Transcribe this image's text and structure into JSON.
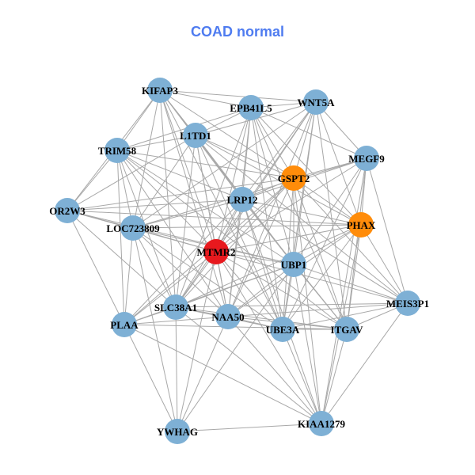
{
  "title": "COAD normal",
  "colors": {
    "default": "#7eb0d5",
    "highlight_orange": "#ff8c0a",
    "highlight_red": "#e8191e",
    "edge": "#a8a8a8",
    "title": "#4f7cf0"
  },
  "nodes": [
    {
      "id": "KIFAP3",
      "color": "#7eb0d5"
    },
    {
      "id": "EPB41L5",
      "color": "#7eb0d5"
    },
    {
      "id": "WNT5A",
      "color": "#7eb0d5"
    },
    {
      "id": "L1TD1",
      "color": "#7eb0d5"
    },
    {
      "id": "TRIM58",
      "color": "#7eb0d5"
    },
    {
      "id": "MEGF9",
      "color": "#7eb0d5"
    },
    {
      "id": "GSPT2",
      "color": "#ff8c0a"
    },
    {
      "id": "LRP12",
      "color": "#7eb0d5"
    },
    {
      "id": "OR2W3",
      "color": "#7eb0d5"
    },
    {
      "id": "LOC723809",
      "color": "#7eb0d5"
    },
    {
      "id": "PHAX",
      "color": "#ff8c0a"
    },
    {
      "id": "MTMR2",
      "color": "#e8191e"
    },
    {
      "id": "UBP1",
      "color": "#7eb0d5"
    },
    {
      "id": "MEIS3P1",
      "color": "#7eb0d5"
    },
    {
      "id": "SLC38A1",
      "color": "#7eb0d5"
    },
    {
      "id": "NAA50",
      "color": "#7eb0d5"
    },
    {
      "id": "UBE3A",
      "color": "#7eb0d5"
    },
    {
      "id": "ITGAV",
      "color": "#7eb0d5"
    },
    {
      "id": "PLAA",
      "color": "#7eb0d5"
    },
    {
      "id": "KIAA1279",
      "color": "#7eb0d5"
    },
    {
      "id": "YWHAG",
      "color": "#7eb0d5"
    }
  ],
  "edges": [
    [
      "KIFAP3",
      "EPB41L5"
    ],
    [
      "KIFAP3",
      "WNT5A"
    ],
    [
      "KIFAP3",
      "L1TD1"
    ],
    [
      "KIFAP3",
      "TRIM58"
    ],
    [
      "KIFAP3",
      "GSPT2"
    ],
    [
      "KIFAP3",
      "LRP12"
    ],
    [
      "KIFAP3",
      "LOC723809"
    ],
    [
      "KIFAP3",
      "MTMR2"
    ],
    [
      "KIFAP3",
      "UBP1"
    ],
    [
      "KIFAP3",
      "SLC38A1"
    ],
    [
      "KIFAP3",
      "NAA50"
    ],
    [
      "KIFAP3",
      "OR2W3"
    ],
    [
      "KIFAP3",
      "UBE3A"
    ],
    [
      "EPB41L5",
      "WNT5A"
    ],
    [
      "EPB41L5",
      "L1TD1"
    ],
    [
      "EPB41L5",
      "TRIM58"
    ],
    [
      "EPB41L5",
      "GSPT2"
    ],
    [
      "EPB41L5",
      "LRP12"
    ],
    [
      "EPB41L5",
      "MTMR2"
    ],
    [
      "EPB41L5",
      "UBP1"
    ],
    [
      "EPB41L5",
      "PHAX"
    ],
    [
      "EPB41L5",
      "UBE3A"
    ],
    [
      "EPB41L5",
      "ITGAV"
    ],
    [
      "EPB41L5",
      "SLC38A1"
    ],
    [
      "EPB41L5",
      "NAA50"
    ],
    [
      "EPB41L5",
      "MEGF9"
    ],
    [
      "WNT5A",
      "L1TD1"
    ],
    [
      "WNT5A",
      "MEGF9"
    ],
    [
      "WNT5A",
      "GSPT2"
    ],
    [
      "WNT5A",
      "LRP12"
    ],
    [
      "WNT5A",
      "MTMR2"
    ],
    [
      "WNT5A",
      "UBP1"
    ],
    [
      "WNT5A",
      "PHAX"
    ],
    [
      "WNT5A",
      "LOC723809"
    ],
    [
      "WNT5A",
      "SLC38A1"
    ],
    [
      "WNT5A",
      "UBE3A"
    ],
    [
      "WNT5A",
      "ITGAV"
    ],
    [
      "WNT5A",
      "NAA50"
    ],
    [
      "L1TD1",
      "TRIM58"
    ],
    [
      "L1TD1",
      "GSPT2"
    ],
    [
      "L1TD1",
      "LRP12"
    ],
    [
      "L1TD1",
      "MTMR2"
    ],
    [
      "L1TD1",
      "UBP1"
    ],
    [
      "L1TD1",
      "LOC723809"
    ],
    [
      "L1TD1",
      "SLC38A1"
    ],
    [
      "L1TD1",
      "NAA50"
    ],
    [
      "L1TD1",
      "PHAX"
    ],
    [
      "L1TD1",
      "MEIS3P1"
    ],
    [
      "L1TD1",
      "OR2W3"
    ],
    [
      "L1TD1",
      "UBE3A"
    ],
    [
      "TRIM58",
      "OR2W3"
    ],
    [
      "TRIM58",
      "LOC723809"
    ],
    [
      "TRIM58",
      "GSPT2"
    ],
    [
      "TRIM58",
      "LRP12"
    ],
    [
      "TRIM58",
      "MTMR2"
    ],
    [
      "TRIM58",
      "UBP1"
    ],
    [
      "TRIM58",
      "PLAA"
    ],
    [
      "TRIM58",
      "SLC38A1"
    ],
    [
      "TRIM58",
      "NAA50"
    ],
    [
      "TRIM58",
      "ITGAV"
    ],
    [
      "MEGF9",
      "GSPT2"
    ],
    [
      "MEGF9",
      "PHAX"
    ],
    [
      "MEGF9",
      "LRP12"
    ],
    [
      "MEGF9",
      "UBP1"
    ],
    [
      "MEGF9",
      "MEIS3P1"
    ],
    [
      "MEGF9",
      "ITGAV"
    ],
    [
      "MEGF9",
      "UBE3A"
    ],
    [
      "MEGF9",
      "LOC723809"
    ],
    [
      "MEGF9",
      "MTMR2"
    ],
    [
      "MEGF9",
      "KIAA1279"
    ],
    [
      "GSPT2",
      "LRP12"
    ],
    [
      "GSPT2",
      "PHAX"
    ],
    [
      "GSPT2",
      "MTMR2"
    ],
    [
      "GSPT2",
      "UBP1"
    ],
    [
      "GSPT2",
      "OR2W3"
    ],
    [
      "GSPT2",
      "UBE3A"
    ],
    [
      "GSPT2",
      "ITGAV"
    ],
    [
      "GSPT2",
      "NAA50"
    ],
    [
      "GSPT2",
      "SLC38A1"
    ],
    [
      "GSPT2",
      "MEIS3P1"
    ],
    [
      "GSPT2",
      "KIAA1279"
    ],
    [
      "GSPT2",
      "PLAA"
    ],
    [
      "LRP12",
      "OR2W3"
    ],
    [
      "LRP12",
      "LOC723809"
    ],
    [
      "LRP12",
      "PHAX"
    ],
    [
      "LRP12",
      "MTMR2"
    ],
    [
      "LRP12",
      "UBP1"
    ],
    [
      "LRP12",
      "UBE3A"
    ],
    [
      "LRP12",
      "ITGAV"
    ],
    [
      "LRP12",
      "NAA50"
    ],
    [
      "LRP12",
      "SLC38A1"
    ],
    [
      "LRP12",
      "MEIS3P1"
    ],
    [
      "LRP12",
      "KIAA1279"
    ],
    [
      "LRP12",
      "PLAA"
    ],
    [
      "OR2W3",
      "LOC723809"
    ],
    [
      "OR2W3",
      "MTMR2"
    ],
    [
      "OR2W3",
      "UBP1"
    ],
    [
      "OR2W3",
      "PHAX"
    ],
    [
      "OR2W3",
      "PLAA"
    ],
    [
      "OR2W3",
      "SLC38A1"
    ],
    [
      "LOC723809",
      "PHAX"
    ],
    [
      "LOC723809",
      "MTMR2"
    ],
    [
      "LOC723809",
      "UBP1"
    ],
    [
      "LOC723809",
      "SLC38A1"
    ],
    [
      "LOC723809",
      "NAA50"
    ],
    [
      "LOC723809",
      "PLAA"
    ],
    [
      "LOC723809",
      "YWHAG"
    ],
    [
      "LOC723809",
      "UBE3A"
    ],
    [
      "PHAX",
      "MTMR2"
    ],
    [
      "PHAX",
      "UBP1"
    ],
    [
      "PHAX",
      "MEIS3P1"
    ],
    [
      "PHAX",
      "ITGAV"
    ],
    [
      "PHAX",
      "UBE3A"
    ],
    [
      "PHAX",
      "NAA50"
    ],
    [
      "PHAX",
      "KIAA1279"
    ],
    [
      "PHAX",
      "SLC38A1"
    ],
    [
      "MTMR2",
      "UBP1"
    ],
    [
      "MTMR2",
      "SLC38A1"
    ],
    [
      "MTMR2",
      "NAA50"
    ],
    [
      "MTMR2",
      "UBE3A"
    ],
    [
      "MTMR2",
      "ITGAV"
    ],
    [
      "MTMR2",
      "PLAA"
    ],
    [
      "MTMR2",
      "MEIS3P1"
    ],
    [
      "MTMR2",
      "YWHAG"
    ],
    [
      "MTMR2",
      "KIAA1279"
    ],
    [
      "UBP1",
      "MEIS3P1"
    ],
    [
      "UBP1",
      "SLC38A1"
    ],
    [
      "UBP1",
      "NAA50"
    ],
    [
      "UBP1",
      "UBE3A"
    ],
    [
      "UBP1",
      "ITGAV"
    ],
    [
      "UBP1",
      "KIAA1279"
    ],
    [
      "UBP1",
      "PLAA"
    ],
    [
      "UBP1",
      "YWHAG"
    ],
    [
      "MEIS3P1",
      "ITGAV"
    ],
    [
      "MEIS3P1",
      "UBE3A"
    ],
    [
      "MEIS3P1",
      "NAA50"
    ],
    [
      "MEIS3P1",
      "KIAA1279"
    ],
    [
      "MEIS3P1",
      "SLC38A1"
    ],
    [
      "SLC38A1",
      "NAA50"
    ],
    [
      "SLC38A1",
      "PLAA"
    ],
    [
      "SLC38A1",
      "YWHAG"
    ],
    [
      "SLC38A1",
      "UBE3A"
    ],
    [
      "SLC38A1",
      "ITGAV"
    ],
    [
      "SLC38A1",
      "KIAA1279"
    ],
    [
      "NAA50",
      "UBE3A"
    ],
    [
      "NAA50",
      "ITGAV"
    ],
    [
      "NAA50",
      "PLAA"
    ],
    [
      "NAA50",
      "KIAA1279"
    ],
    [
      "NAA50",
      "YWHAG"
    ],
    [
      "UBE3A",
      "ITGAV"
    ],
    [
      "UBE3A",
      "KIAA1279"
    ],
    [
      "ITGAV",
      "KIAA1279"
    ],
    [
      "ITGAV",
      "PLAA"
    ],
    [
      "PLAA",
      "YWHAG"
    ],
    [
      "PLAA",
      "KIAA1279"
    ],
    [
      "YWHAG",
      "KIAA1279"
    ]
  ]
}
